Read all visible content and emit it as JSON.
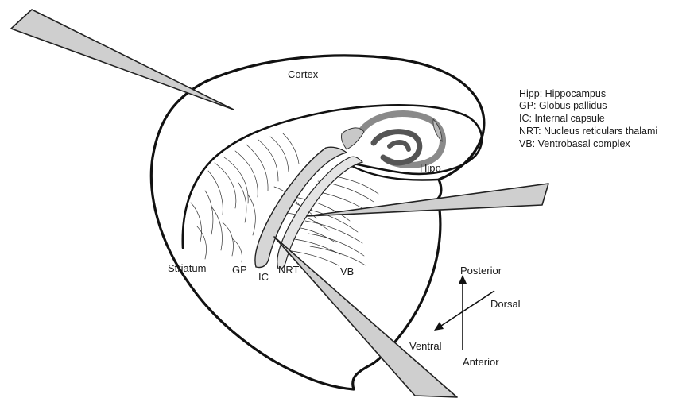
{
  "labels": {
    "cortex": "Cortex",
    "hipp": "Hipp",
    "striatum": "Striatum",
    "gp": "GP",
    "ic": "IC",
    "nrt": "NRT",
    "vb": "VB"
  },
  "legend": [
    "Hipp: Hippocampus",
    "GP: Globus pallidus",
    "IC: Internal capsule",
    "NRT: Nucleus reticulars thalami",
    "VB: Ventrobasal complex"
  ],
  "orientation": {
    "posterior": "Posterior",
    "anterior": "Anterior",
    "dorsal": "Dorsal",
    "ventral": "Ventral"
  },
  "colors": {
    "outline": "#111111",
    "electrode": "#cfcfcf",
    "internal_capsule": "#d6d6d6",
    "hippocampus_dark": "#555555",
    "hippocampus_mid": "#8a8a8a"
  }
}
